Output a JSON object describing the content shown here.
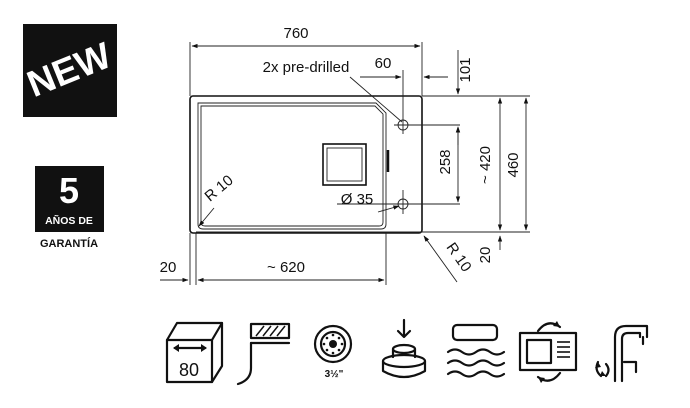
{
  "badges": {
    "new": "NEW",
    "warranty_number": "5",
    "warranty_line1": "AÑOS DE",
    "warranty_line2": "GARANTÍA"
  },
  "dimensions": {
    "total_width": "760",
    "predrilled_note": "2x pre-drilled",
    "hole_offset_x": "60",
    "hole_offset_top": "101",
    "hole_spacing": "258",
    "bowl_height": "~ 420",
    "total_height": "460",
    "inner_radius": "R 10",
    "hole_diameter": "Ø 35",
    "outer_radius": "R 10",
    "bottom_margin": "20",
    "left_margin": "20",
    "bowl_width": "~ 620"
  },
  "feature_icons": {
    "cabinet_size": "80",
    "drain_size": "3½\""
  },
  "colors": {
    "badge_bg": "#111111",
    "badge_fg": "#ffffff",
    "line": "#111111"
  }
}
